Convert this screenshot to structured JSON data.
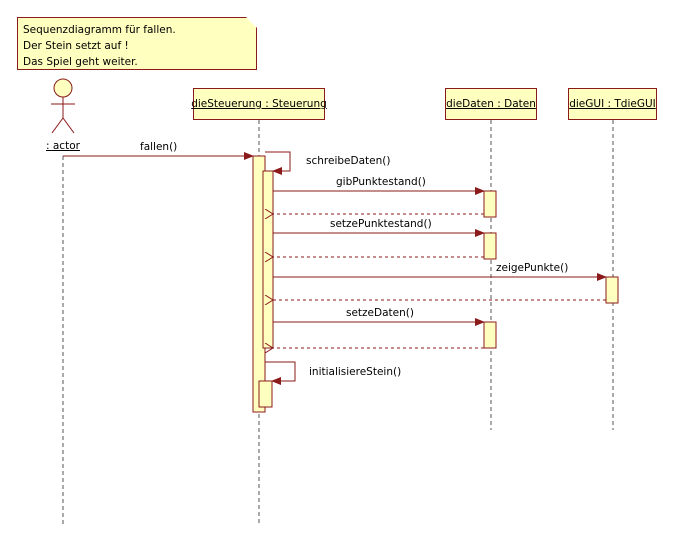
{
  "note": {
    "lines": [
      "Sequenzdiagramm für fallen.",
      "Der Stein setzt auf !",
      "Das Spiel geht weiter."
    ]
  },
  "actor": {
    "label": ": actor"
  },
  "objects": {
    "steuerung": "dieSteuerung : Steuerung",
    "daten": "dieDaten : Daten",
    "gui": "dieGUI : TdieGUI"
  },
  "messages": {
    "fallen": "fallen()",
    "schreibeDaten": "schreibeDaten()",
    "gibPunktestand": "gibPunktestand()",
    "setzePunktestand": "setzePunktestand()",
    "zeigePunkte": "zeigePunkte()",
    "setzeDaten": "setzeDaten()",
    "initialisiereStein": "initialisiereStein()"
  },
  "colors": {
    "line": "#8b1a1a",
    "fill": "#ffffc0",
    "lifeline": "#555555"
  }
}
